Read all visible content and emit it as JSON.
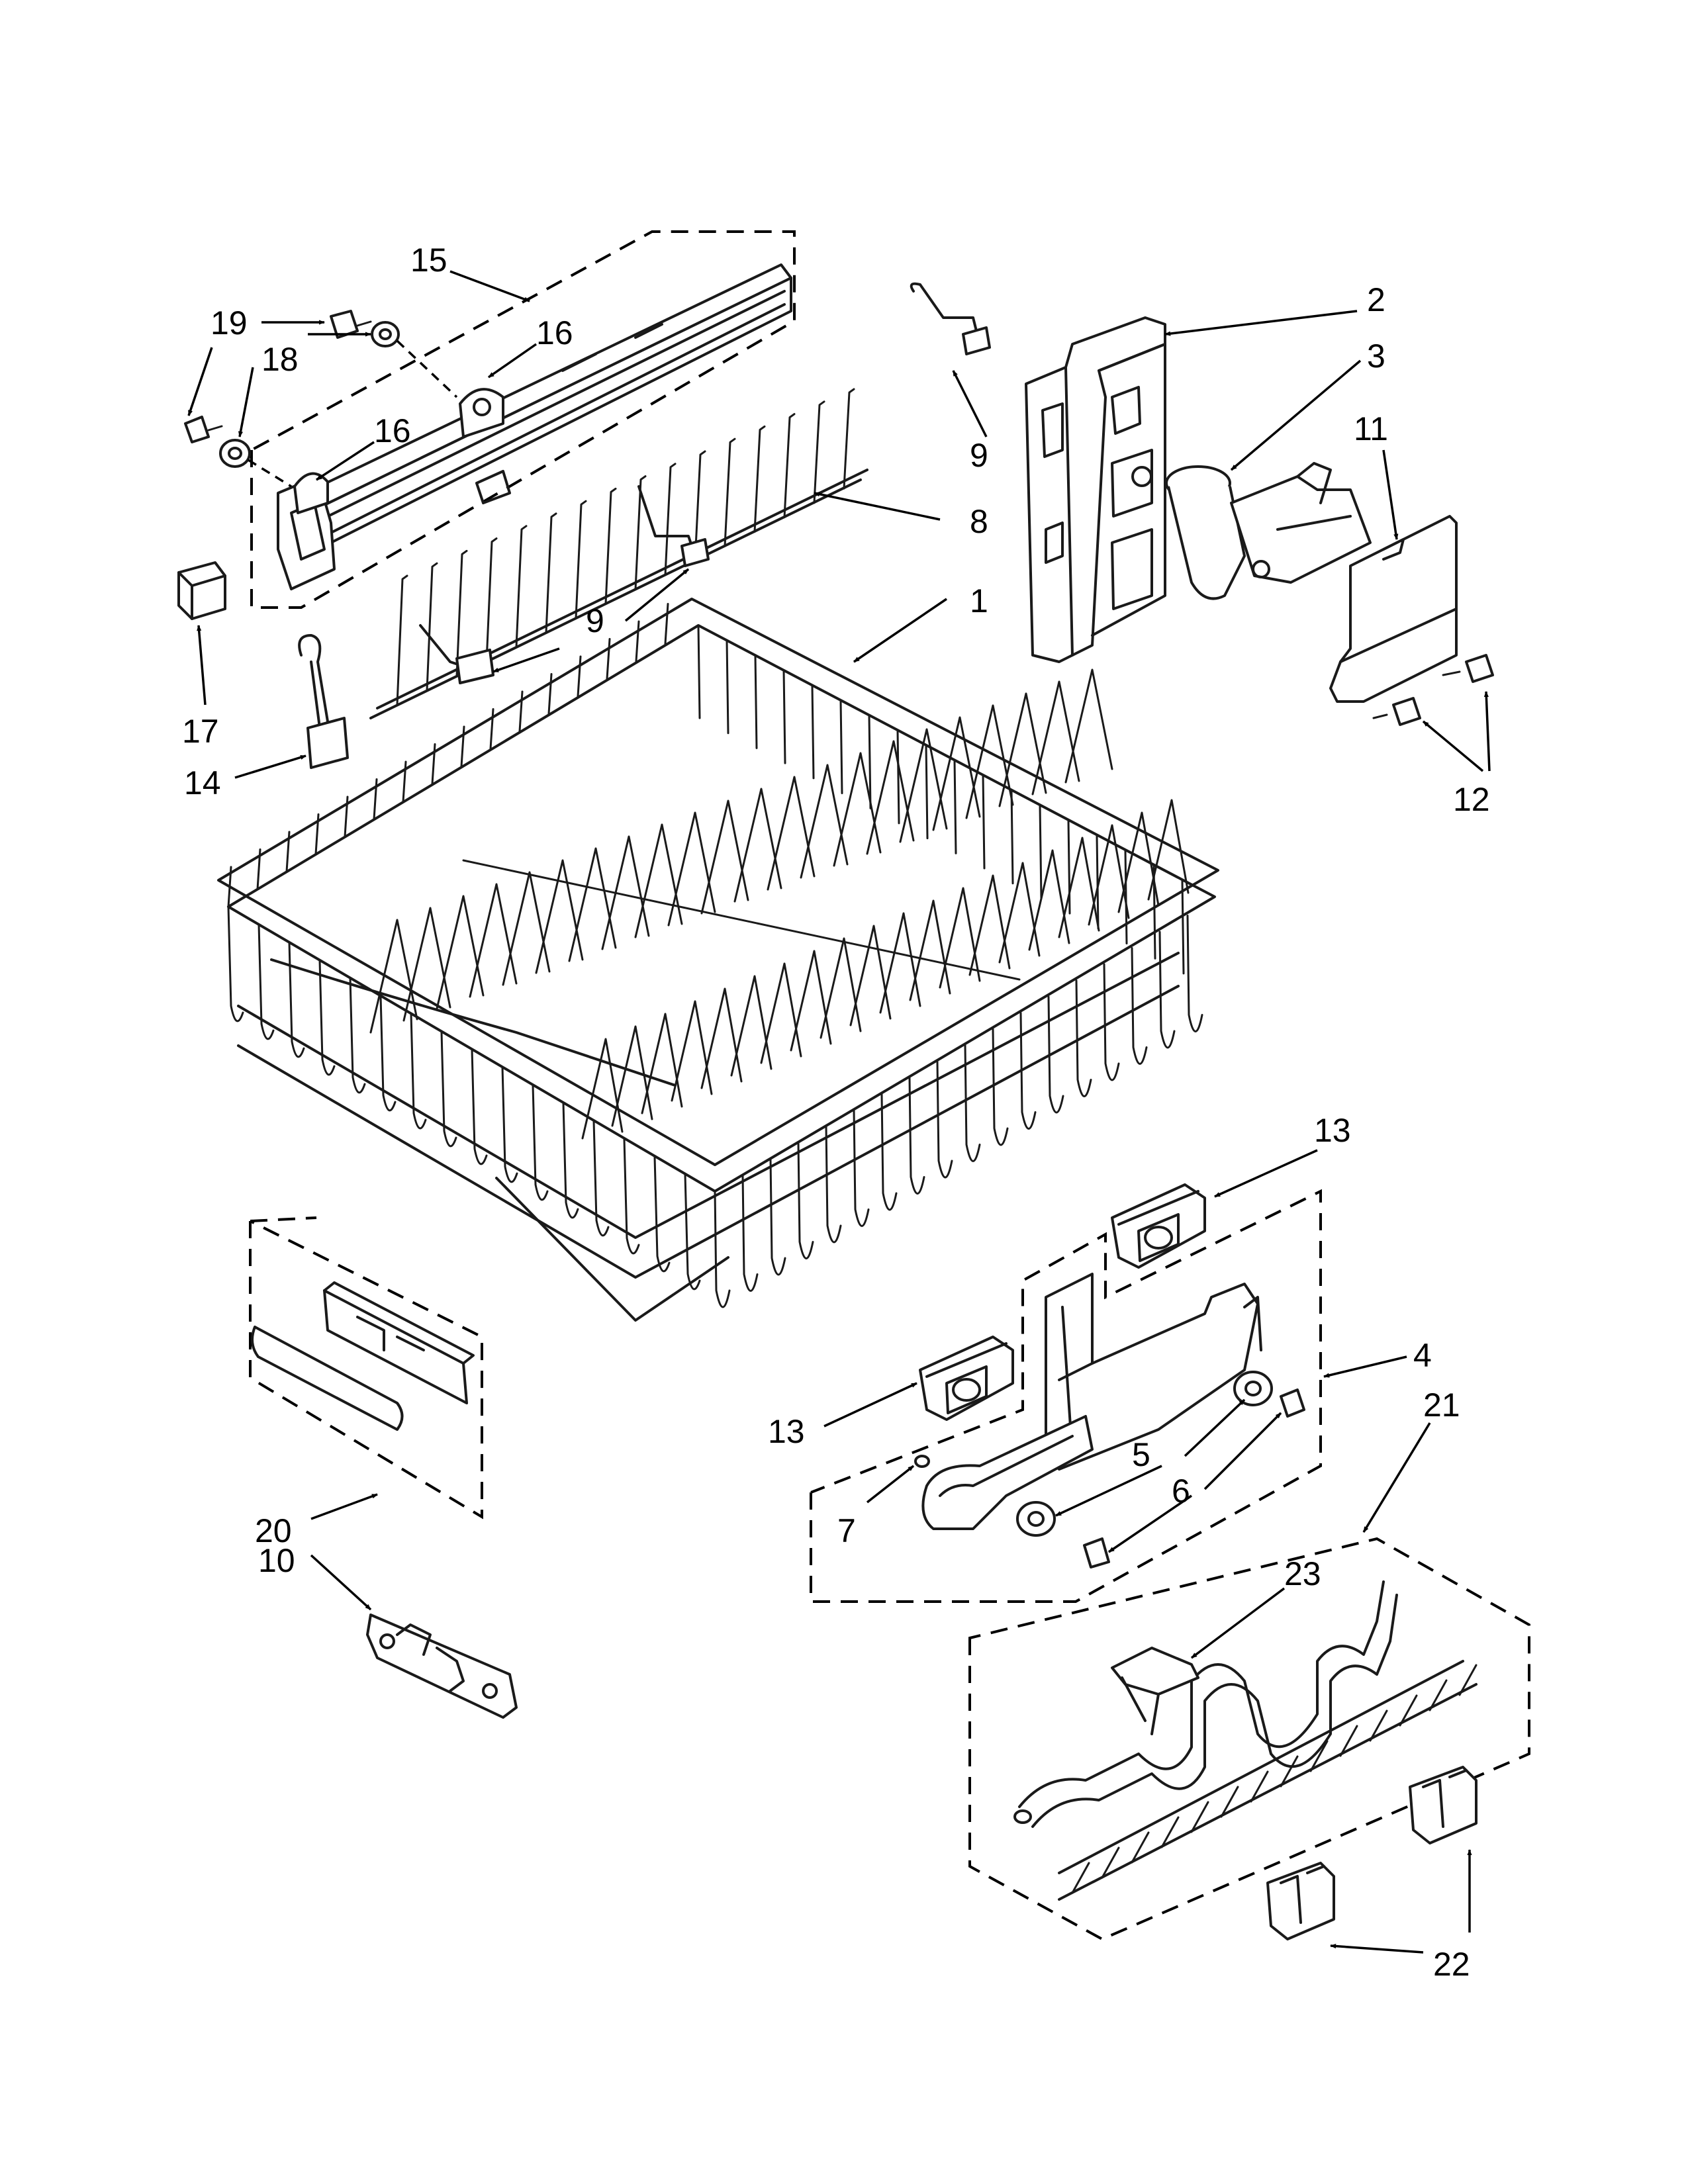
{
  "diagram": {
    "callouts": [
      {
        "id": "c15",
        "text": "15"
      },
      {
        "id": "c19",
        "text": "19"
      },
      {
        "id": "c16a",
        "text": "16"
      },
      {
        "id": "c18",
        "text": "18"
      },
      {
        "id": "c16b",
        "text": "16"
      },
      {
        "id": "c17",
        "text": "17"
      },
      {
        "id": "c14",
        "text": "14"
      },
      {
        "id": "c9a",
        "text": "9"
      },
      {
        "id": "c8",
        "text": "8"
      },
      {
        "id": "c9b",
        "text": "9"
      },
      {
        "id": "c1",
        "text": "1"
      },
      {
        "id": "c2",
        "text": "2"
      },
      {
        "id": "c3",
        "text": "3"
      },
      {
        "id": "c11",
        "text": "11"
      },
      {
        "id": "c12",
        "text": "12"
      },
      {
        "id": "c13a",
        "text": "13"
      },
      {
        "id": "c13b",
        "text": "13"
      },
      {
        "id": "c4",
        "text": "4"
      },
      {
        "id": "c5",
        "text": "5"
      },
      {
        "id": "c6",
        "text": "6"
      },
      {
        "id": "c7",
        "text": "7"
      },
      {
        "id": "c20",
        "text": "20"
      },
      {
        "id": "c10",
        "text": "10"
      },
      {
        "id": "c21",
        "text": "21"
      },
      {
        "id": "c23",
        "text": "23"
      },
      {
        "id": "c22",
        "text": "22"
      }
    ]
  }
}
